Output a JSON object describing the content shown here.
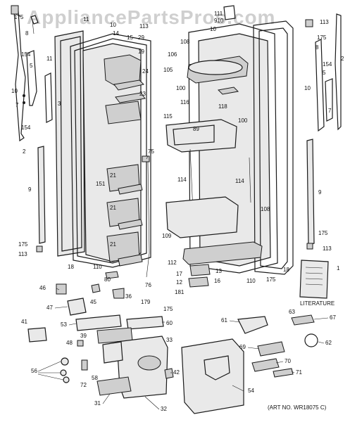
{
  "watermark": "AppliancePartsPros.com",
  "art_number": "(ART NO. WR18075 C)",
  "literature_label": "LITERATURE",
  "labels": {
    "l1": "1",
    "l2a": "2",
    "l2b": "2",
    "l3": "3",
    "l5a": "5",
    "l5b": "5",
    "l7a": "7",
    "l7b": "7",
    "l8a": "8",
    "l8b": "8",
    "l9a": "9",
    "l9b": "9",
    "l10a": "10",
    "l10b": "10",
    "l10c": "10",
    "l10d": "10",
    "l11a": "11",
    "l11b": "11",
    "l12": "12",
    "l13": "13",
    "l14": "14",
    "l15": "15",
    "l16": "16",
    "l17": "17",
    "l18a": "18",
    "l18b": "18",
    "l19": "19",
    "l21a": "21",
    "l21b": "21",
    "l21c": "21",
    "l23": "23",
    "l24": "24",
    "l29": "29",
    "l31": "31",
    "l32": "32",
    "l33": "33",
    "l36": "36",
    "l39": "39",
    "l41": "41",
    "l42": "42",
    "l45": "45",
    "l46": "46",
    "l47": "47",
    "l48": "48",
    "l53": "53",
    "l54": "54",
    "l56": "56",
    "l58": "58",
    "l60": "60",
    "l61": "61",
    "l62": "62",
    "l63": "63",
    "l67": "67",
    "l69": "69",
    "l70": "70",
    "l71": "71",
    "l72": "72",
    "l75": "75",
    "l76": "76",
    "l80": "80",
    "l89": "89",
    "l100a": "100",
    "l100b": "100",
    "l105": "105",
    "l106": "106",
    "l108a": "108",
    "l108b": "108",
    "l109": "109",
    "l110a": "110",
    "l110b": "110",
    "l111": "111",
    "l112": "112",
    "l113a": "113",
    "l113b": "113",
    "l113c": "113",
    "l114a": "114",
    "l114b": "114",
    "l115": "115",
    "l116": "116",
    "l118": "118",
    "l151": "151",
    "l154a": "154",
    "l154b": "154",
    "l154c": "154",
    "l175a": "175",
    "l175b": "175",
    "l175c": "175",
    "l175d": "175",
    "l175e": "175",
    "l175f": "175",
    "l179": "179",
    "l181": "181",
    "l910": "910"
  }
}
